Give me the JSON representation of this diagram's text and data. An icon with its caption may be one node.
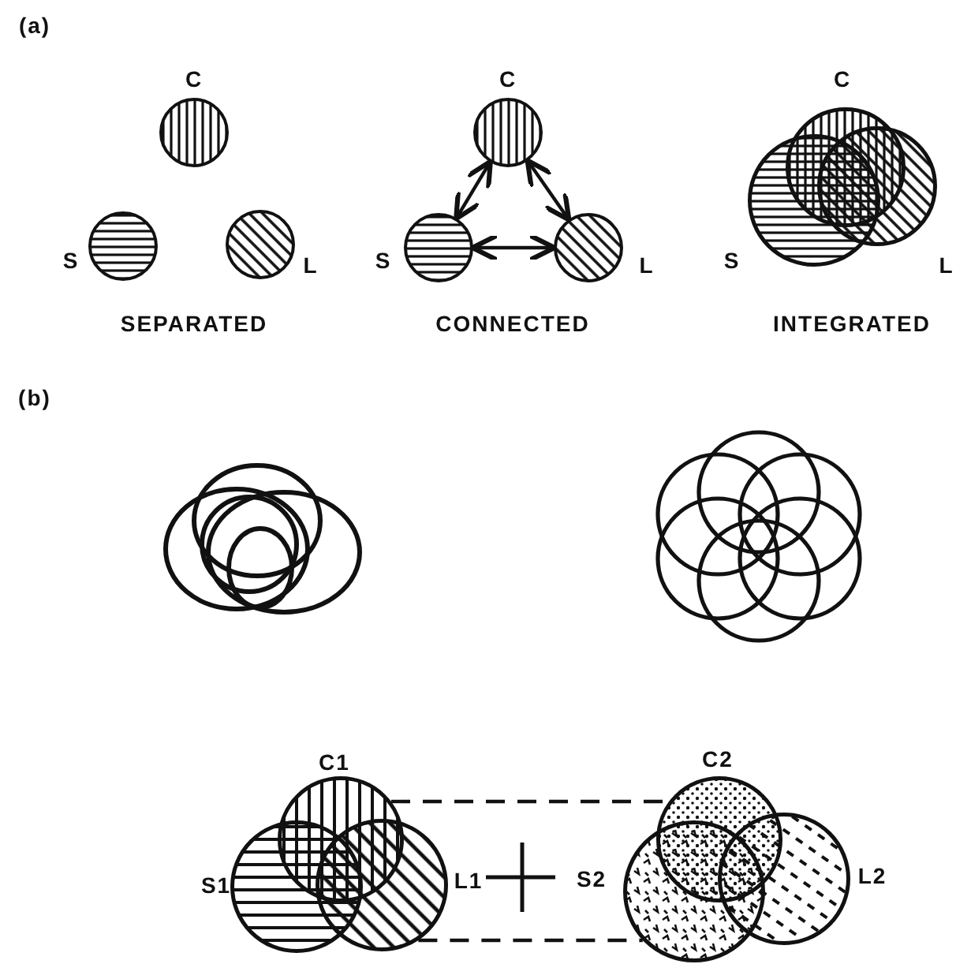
{
  "diagram": {
    "nodes": [
      {
        "text": [],
        "shape": "circle",
        "beside": [
          "C"
        ]
      },
      {
        "text": [],
        "shape": "circle",
        "beside": [
          "S"
        ]
      },
      {
        "text": [],
        "shape": "circle",
        "beside": [
          "L"
        ]
      },
      {
        "text": [],
        "shape": "circle",
        "beside": [
          "C"
        ]
      },
      {
        "text": [],
        "shape": "circle",
        "beside": [
          "S"
        ]
      },
      {
        "text": [],
        "shape": "circle",
        "beside": [
          "L"
        ]
      },
      {
        "text": [],
        "shape": "circle",
        "beside": [
          "C"
        ]
      },
      {
        "text": [],
        "shape": "circle",
        "beside": [
          "S"
        ]
      },
      {
        "text": [],
        "shape": "circle",
        "beside": [
          "L"
        ]
      },
      {
        "text": [],
        "shape": "circle",
        "beside": [
          "C1"
        ]
      },
      {
        "text": [],
        "shape": "circle",
        "beside": [
          "S1"
        ]
      },
      {
        "text": [],
        "shape": "circle",
        "beside": [
          "L1"
        ]
      },
      {
        "text": [],
        "shape": "circle",
        "beside": [
          "C2"
        ]
      },
      {
        "text": [],
        "shape": "circle",
        "beside": [
          "S2"
        ]
      },
      {
        "text": [],
        "shape": "circle",
        "beside": [
          "L2"
        ]
      }
    ],
    "edges": [
      {
        "from": 3,
        "to": 4,
        "arrow": "both"
      },
      {
        "from": 3,
        "to": 5,
        "arrow": "both"
      },
      {
        "from": 4,
        "to": 5,
        "arrow": "both"
      },
      {
        "from": 9,
        "to": 12,
        "arrow": "none",
        "style": "dashed"
      },
      {
        "from": 11,
        "to": 13,
        "arrow": "none",
        "style": "dashed"
      }
    ],
    "labels": [
      "(a)",
      "SEPARATED",
      "CONNECTED",
      "INTEGRATED",
      "(b)"
    ]
  }
}
